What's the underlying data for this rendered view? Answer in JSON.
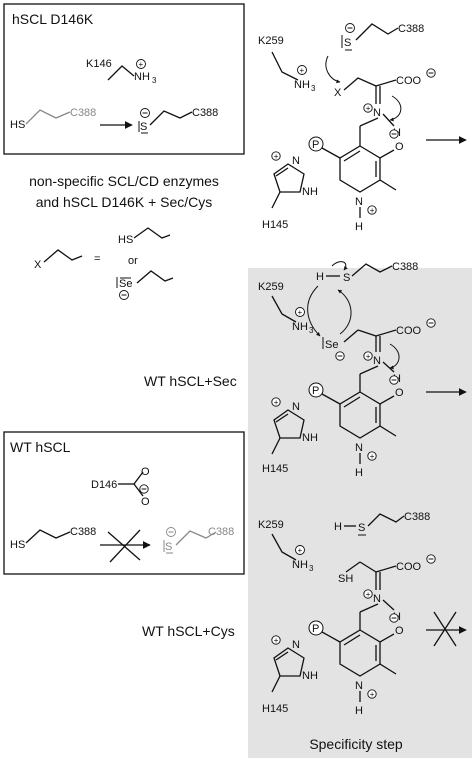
{
  "panel_d146k": {
    "title": "hSCL D146K",
    "residue_k146": "K146",
    "amine": "NH",
    "amine_sub": "3",
    "thiol": "HS",
    "cys_label": "C388",
    "thiolate": "S",
    "thiolate_product_label": "C388"
  },
  "caption_nonspecific": {
    "line1": "non-specific SCL/CD enzymes",
    "line2": "and hSCL D146K + Sec/Cys"
  },
  "substituent_legend": {
    "x": "X",
    "equals": "=",
    "opt1": "HS",
    "or": "or",
    "opt2": "Se"
  },
  "label_wt_sec": "WT hSCL+Sec",
  "label_wt_cys": "WT hSCL+Cys",
  "panel_wt": {
    "title": "WT hSCL",
    "residue_d146": "D146",
    "thiol": "HS",
    "cys_label": "C388",
    "thiolate": "S",
    "thiolate_label": "C388"
  },
  "top_scheme": {
    "k259": "K259",
    "c388": "C388",
    "s": "S",
    "x": "X",
    "coo": "COO",
    "n": "N",
    "h": "H",
    "p": "P",
    "o": "O",
    "ring_n": "N",
    "ring_h": "H",
    "h145": "H145",
    "nh3": "NH",
    "nh3_sub": "3",
    "imid_n": "N",
    "imid_nh": "NH"
  },
  "mid_scheme": {
    "k259": "K259",
    "c388": "C388",
    "h": "H",
    "s": "S",
    "se": "Se",
    "coo": "COO",
    "n": "N",
    "h_n": "H",
    "p": "P",
    "o": "O",
    "ring_n": "N",
    "ring_h": "H",
    "h145": "H145",
    "nh3": "NH",
    "nh3_sub": "3"
  },
  "bottom_scheme": {
    "k259": "K259",
    "c388": "C388",
    "h": "H",
    "s": "S",
    "hs": "SH",
    "coo": "COO",
    "n": "N",
    "h_n": "H",
    "p": "P",
    "o": "O",
    "ring_n": "N",
    "ring_h": "H",
    "h145": "H145",
    "nh3": "NH",
    "nh3_sub": "3"
  },
  "footer": "Specificity step"
}
